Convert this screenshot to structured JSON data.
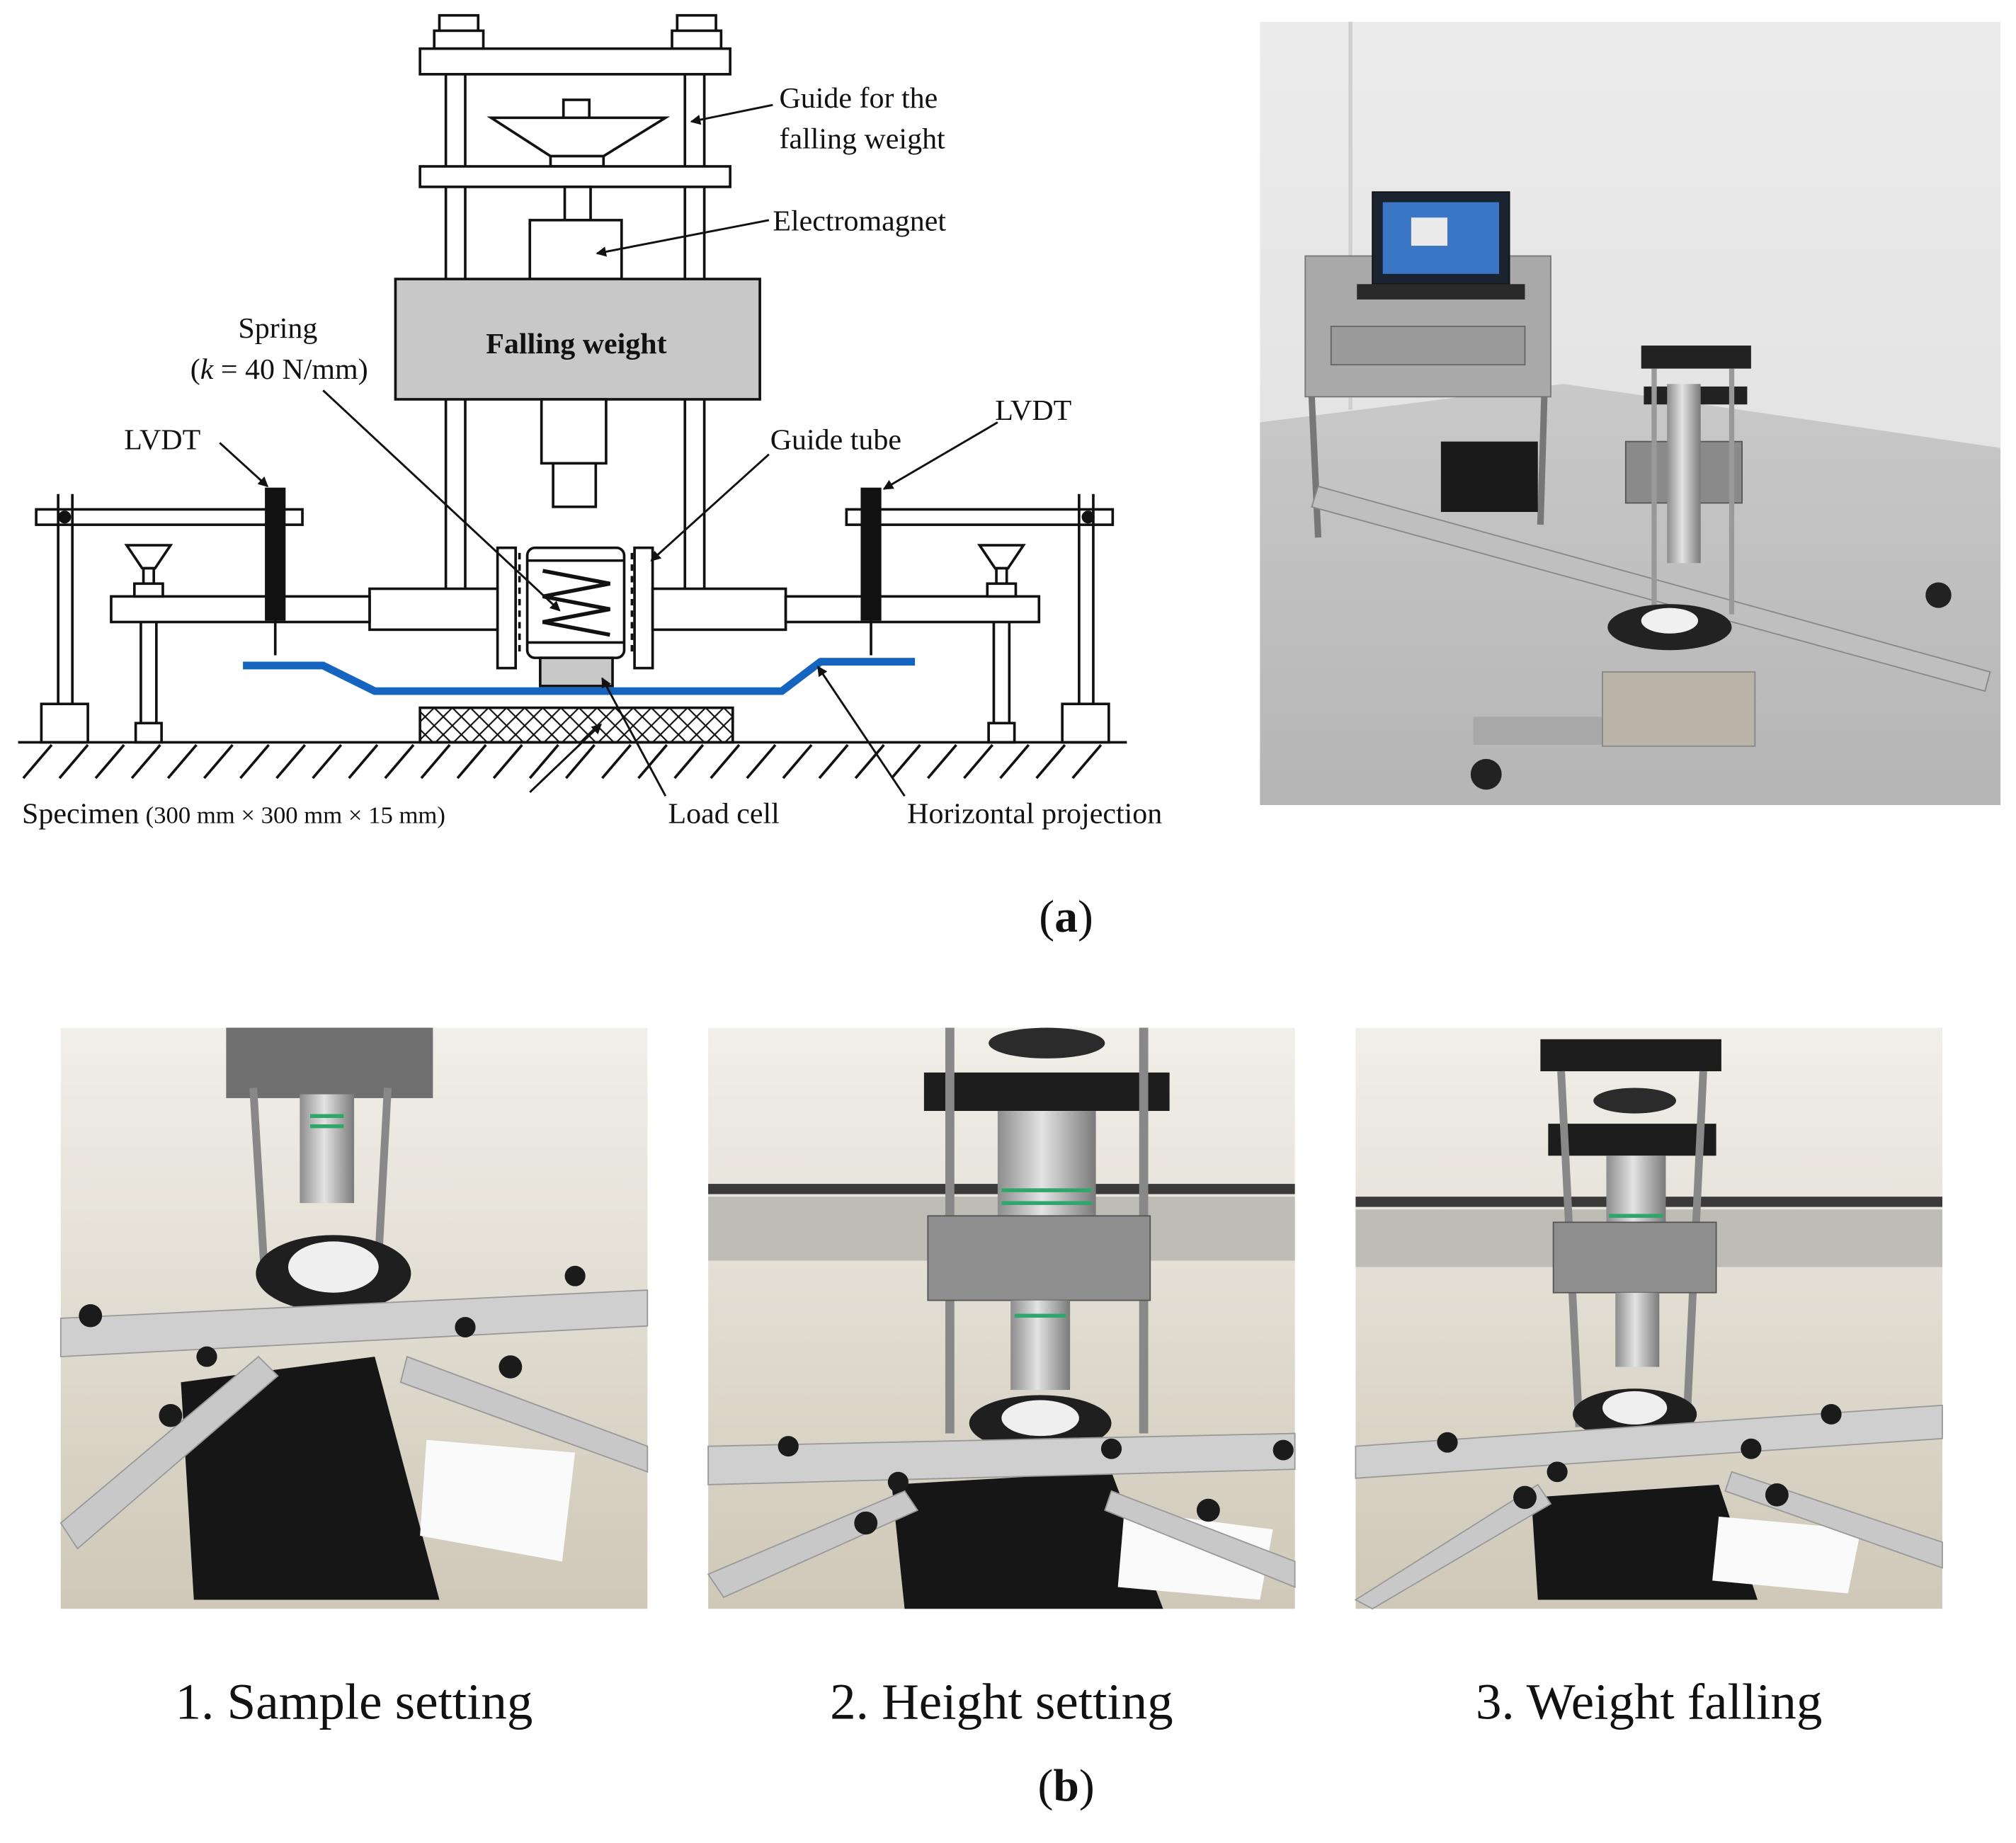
{
  "diagram": {
    "labels": {
      "guide_line1": "Guide for the",
      "guide_line2": "falling weight",
      "electromagnet": "Electromagnet",
      "falling_weight": "Falling weight",
      "spring_line1": "Spring",
      "spring_k": "k",
      "spring_rest": " = 40 N/mm)",
      "spring_open": "(",
      "lvdt_left": "LVDT",
      "lvdt_right": "LVDT",
      "guide_tube": "Guide tube",
      "specimen": "Specimen",
      "specimen_dims": "(300 mm × 300 mm × 15 mm)",
      "load_cell": "Load cell",
      "horizontal_projection": "Horizontal projection"
    },
    "colors": {
      "projection_line": "#1565c0",
      "weight_fill": "#c8c8c8",
      "lvdt_fill": "#111111",
      "spec_fill": "#ffffff"
    }
  },
  "panel_a": {
    "label": "a"
  },
  "panel_b": {
    "label": "b",
    "steps": [
      {
        "caption": "1. Sample setting"
      },
      {
        "caption": "2. Height setting"
      },
      {
        "caption": "3. Weight falling"
      }
    ]
  }
}
